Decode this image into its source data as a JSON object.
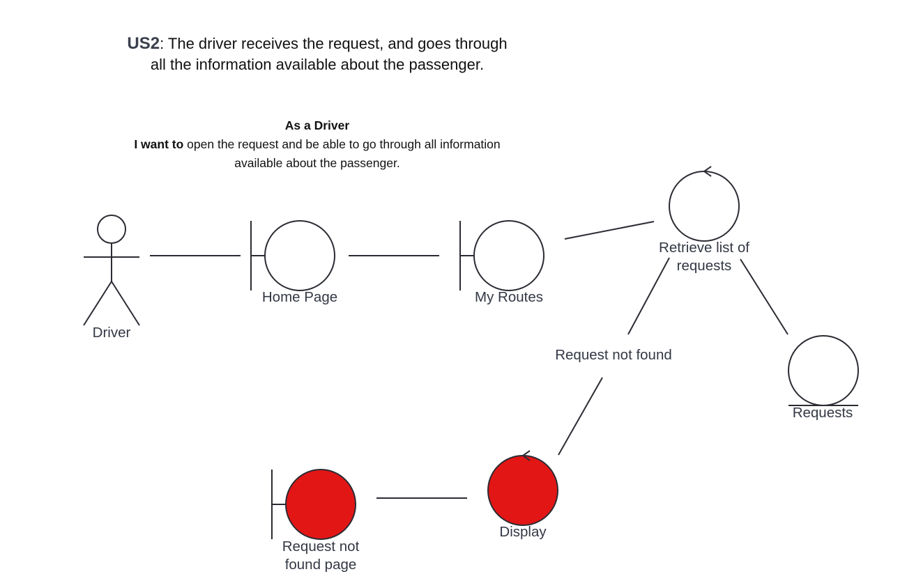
{
  "title": {
    "id": "US2",
    "text_line1": ": The driver receives the request, and goes through",
    "text_line2": "all the information available about the passenger."
  },
  "story": {
    "role": "As a Driver",
    "want_label": "I want to",
    "want_text_line1": " open the request and be able to go through all information",
    "want_text_line2": "available about the passenger."
  },
  "nodes": {
    "driver": "Driver",
    "home_page": "Home Page",
    "my_routes": "My Routes",
    "retrieve_line1": "Retrieve list of",
    "retrieve_line2": "requests",
    "requests": "Requests",
    "not_found_guard": "Request not found",
    "display": "Display",
    "not_found_page_line1": "Request not",
    "not_found_page_line2": "found page"
  },
  "colors": {
    "stroke": "#2b2b33",
    "highlight_fill": "#e31616",
    "label": "#333844"
  }
}
